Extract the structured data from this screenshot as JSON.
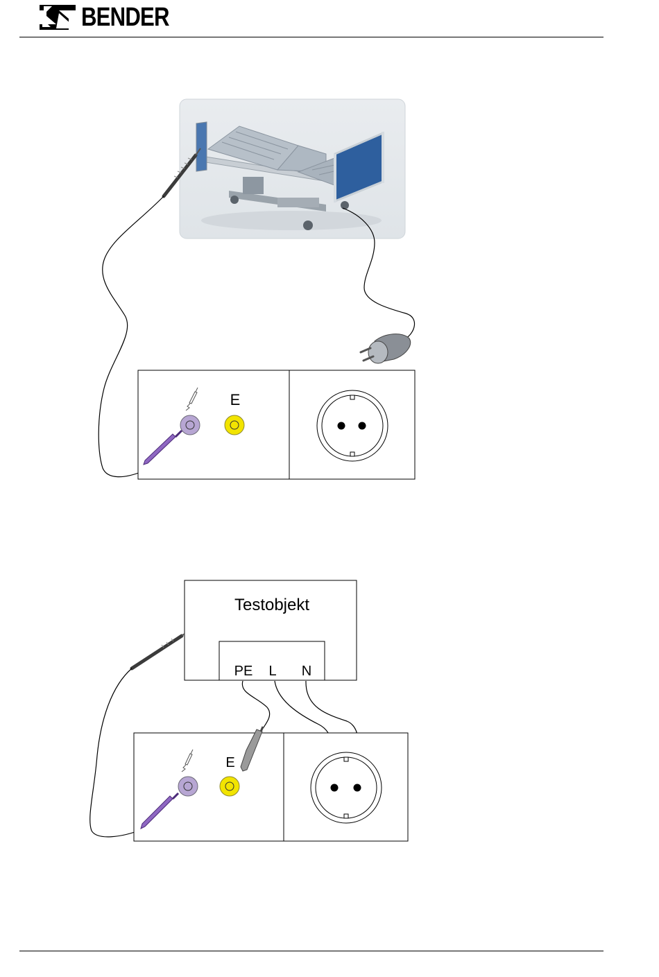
{
  "brand": {
    "name": "BENDER"
  },
  "figure1": {
    "e_label": "E"
  },
  "figure2": {
    "object_label": "Testobjekt",
    "terminals": [
      "PE",
      "L",
      "N"
    ],
    "e_label": "E"
  },
  "colors": {
    "socket_probe": "#b7a6d3",
    "socket_earth": "#f2e400",
    "probe_tip": "#8a5fc0",
    "bed_panel": "#2e5f9e",
    "photo_bg": "#e4e8ec"
  }
}
